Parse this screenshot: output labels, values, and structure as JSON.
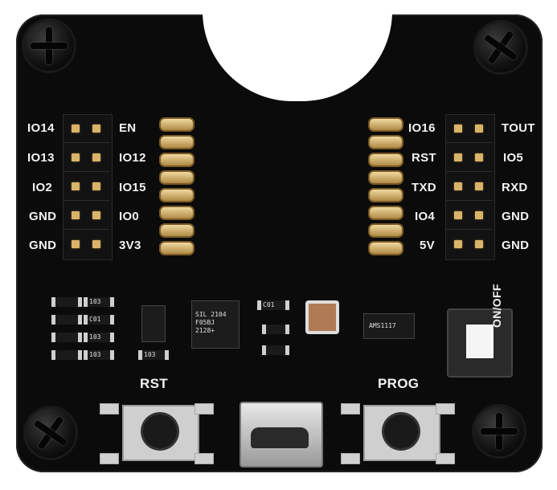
{
  "board": {
    "left_header_left_labels": [
      "IO14",
      "IO13",
      "IO2",
      "GND",
      "GND"
    ],
    "left_header_right_labels": [
      "EN",
      "IO12",
      "IO15",
      "IO0",
      "3V3"
    ],
    "right_header_left_labels": [
      "IO16",
      "RST",
      "TXD",
      "IO4",
      "5V"
    ],
    "right_header_right_labels": [
      "TOUT",
      "IO5",
      "RXD",
      "GND",
      "GND"
    ],
    "button_left_label": "RST",
    "button_right_label": "PROG",
    "switch_label": "ON/OFF",
    "chip_text": "SIL 2104 F05BJ 2128+",
    "regulator_text": "AMS1117",
    "resistor_code": "103",
    "cap_code": "C01"
  }
}
